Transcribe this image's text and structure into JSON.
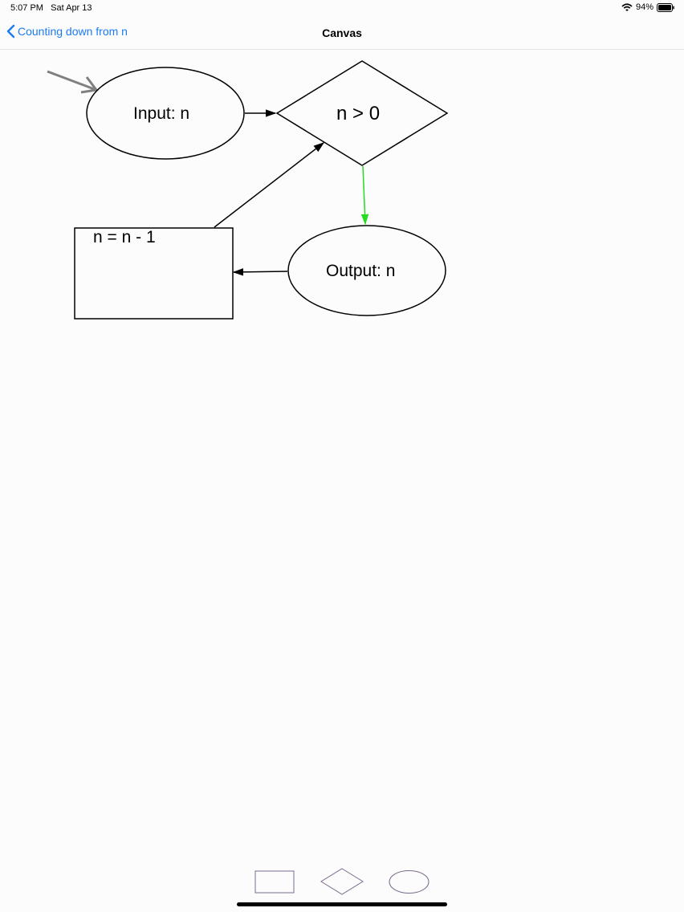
{
  "status_bar": {
    "time": "5:07 PM",
    "date": "Sat Apr 13",
    "battery": "94%",
    "wifi_icon": "wifi-icon",
    "battery_icon": "battery-icon"
  },
  "nav": {
    "back_label": "Counting down from n",
    "title": "Canvas",
    "accent_color": "#1a7cf2"
  },
  "flowchart": {
    "nodes": [
      {
        "id": "input",
        "shape": "ellipse",
        "label": "Input: n"
      },
      {
        "id": "decision",
        "shape": "diamond",
        "label": "n > 0"
      },
      {
        "id": "output",
        "shape": "ellipse",
        "label": "Output: n"
      },
      {
        "id": "process",
        "shape": "rectangle",
        "label": "n = n - 1"
      }
    ],
    "edges": [
      {
        "from": "start",
        "to": "input",
        "color": "#808080"
      },
      {
        "from": "input",
        "to": "decision",
        "color": "#000000"
      },
      {
        "from": "decision",
        "to": "output",
        "color": "#22dd22"
      },
      {
        "from": "output",
        "to": "process",
        "color": "#000000"
      },
      {
        "from": "process",
        "to": "decision",
        "color": "#000000"
      }
    ]
  },
  "toolbar": {
    "tools": [
      "rectangle-tool",
      "diamond-tool",
      "ellipse-tool"
    ],
    "tool_color": "#7a6a8a"
  }
}
